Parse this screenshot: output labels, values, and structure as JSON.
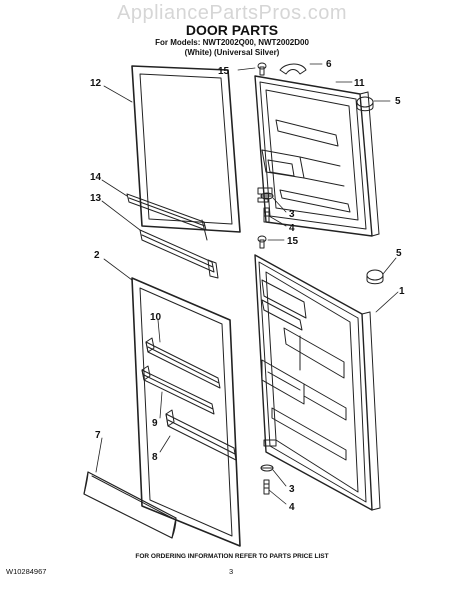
{
  "watermark": "AppliancePartsPros.com",
  "header": {
    "title": "DOOR PARTS",
    "models_line": "For Models: NWT2002Q00, NWT2002D00",
    "colors_line": "(White)   (Universal Silver)"
  },
  "footer": {
    "note": "FOR ORDERING INFORMATION REFER TO PARTS PRICE LIST",
    "doc_number": "W10284967",
    "page_number": "3"
  },
  "callouts": {
    "c12": "12",
    "c15a": "15",
    "c6": "6",
    "c11": "11",
    "c5a": "5",
    "c14": "14",
    "c13": "13",
    "c3a": "3",
    "c4a": "4",
    "c15b": "15",
    "c2": "2",
    "c5b": "5",
    "c1": "1",
    "c10": "10",
    "c9": "9",
    "c8": "8",
    "c7": "7",
    "c3b": "3",
    "c4b": "4"
  }
}
